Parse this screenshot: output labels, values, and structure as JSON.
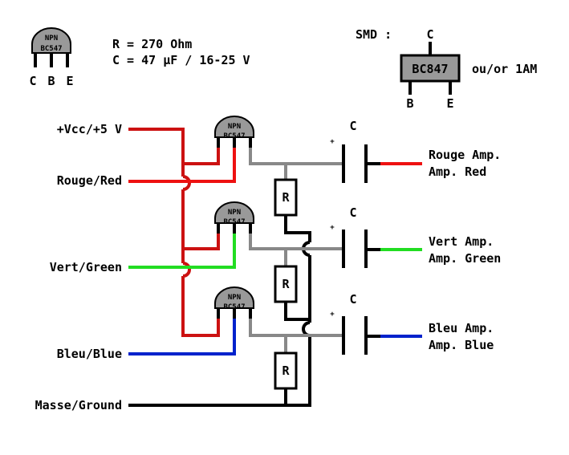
{
  "legend": {
    "npn_top": "NPN",
    "npn_part": "BC547",
    "pins": [
      "C",
      "B",
      "E"
    ],
    "r_value": "R = 270 Ohm",
    "c_value": "C = 47 µF / 16-25 V"
  },
  "smd": {
    "label": "SMD :",
    "chip": "BC847",
    "alt": "ou/or 1AM",
    "pin_c": "C",
    "pin_b": "B",
    "pin_e": "E"
  },
  "inputs": {
    "vcc": "+Vcc/+5 V",
    "red": "Rouge/Red",
    "green": "Vert/Green",
    "blue": "Bleu/Blue",
    "ground": "Masse/Ground"
  },
  "outputs": {
    "red_1": "Rouge Amp.",
    "red_2": "Amp. Red",
    "green_1": "Vert Amp.",
    "green_2": "Amp. Green",
    "blue_1": "Bleu Amp.",
    "blue_2": "Amp. Blue"
  },
  "components": {
    "transistor_top": "NPN",
    "transistor_part": "BC547",
    "resistor": "R",
    "capacitor": "C",
    "plus": "+"
  },
  "colors": {
    "vcc_wire": "#cc1111",
    "red_wire": "#ee1111",
    "green_wire": "#22dd22",
    "blue_wire": "#0022cc",
    "ground_wire": "#000000",
    "emitter_wire": "#888888",
    "body": "#999999"
  }
}
